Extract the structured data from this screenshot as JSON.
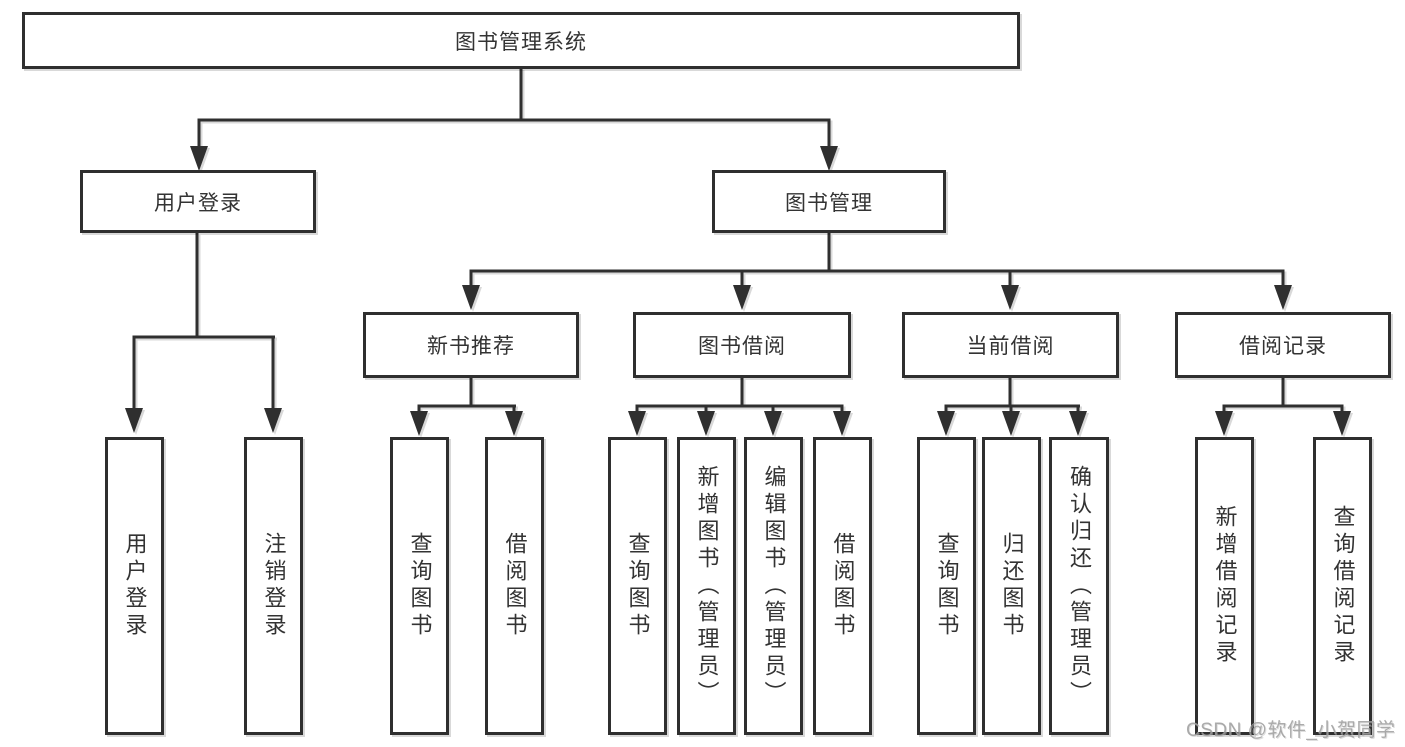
{
  "diagram": {
    "type": "hierarchy-tree",
    "tree": {
      "label": "图书管理系统",
      "children": [
        {
          "label": "用户登录",
          "children": [
            {
              "label": "用户登录"
            },
            {
              "label": "注销登录"
            }
          ]
        },
        {
          "label": "图书管理",
          "children": [
            {
              "label": "新书推荐",
              "children": [
                {
                  "label": "查询图书"
                },
                {
                  "label": "借阅图书"
                }
              ]
            },
            {
              "label": "图书借阅",
              "children": [
                {
                  "label": "查询图书"
                },
                {
                  "label": "新增图书（管理员）"
                },
                {
                  "label": "编辑图书（管理员）"
                },
                {
                  "label": "借阅图书"
                }
              ]
            },
            {
              "label": "当前借阅",
              "children": [
                {
                  "label": "查询图书"
                },
                {
                  "label": "归还图书"
                },
                {
                  "label": "确认归还（管理员）"
                }
              ]
            },
            {
              "label": "借阅记录",
              "children": [
                {
                  "label": "新增借阅记录"
                },
                {
                  "label": "查询借阅记录"
                }
              ]
            }
          ]
        }
      ]
    },
    "colors": {
      "line": "#2f2f2f",
      "text": "#333333",
      "background": "#ffffff",
      "watermark": "#9e9e9e"
    }
  },
  "watermark": {
    "text": "CSDN @软件_小贺同学"
  }
}
